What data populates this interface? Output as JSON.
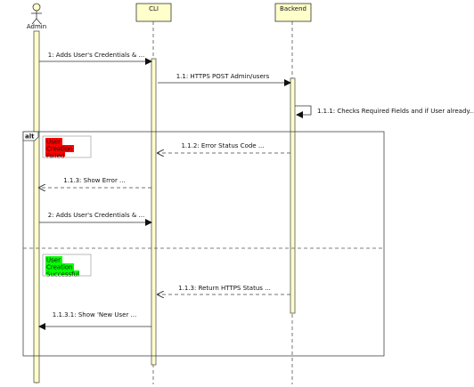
{
  "participants": {
    "admin": "Admin",
    "cli": "CLI",
    "backend": "Backend"
  },
  "messages": {
    "m1": "1: Adds User's Credentials & ...",
    "m1_1": "1.1: HTTPS POST Admin/users",
    "m1_1_1": "1.1.1: Checks Required Fields and if User already...",
    "m1_1_2": "1.1.2: Error Status Code ...",
    "m1_1_3": "1.1.3: Show Error ...",
    "m2": "2: Adds User's Credentials & ...",
    "m1_1_3_ret": "1.1.3: Return HTTPS Status ...",
    "m1_1_3_1": "1.1.3.1: Show 'New User ..."
  },
  "fragment": {
    "operator": "alt"
  },
  "notes": {
    "failure": [
      "User",
      "Creation",
      "Failed"
    ],
    "success": [
      "User",
      "Creation",
      "Successful"
    ]
  },
  "colors": {
    "activation_fill": "#ffffcc",
    "participant_fill": "#ffffcc",
    "failure_highlight": "#ff0000",
    "success_highlight": "#00ff00",
    "line": "#555555"
  }
}
